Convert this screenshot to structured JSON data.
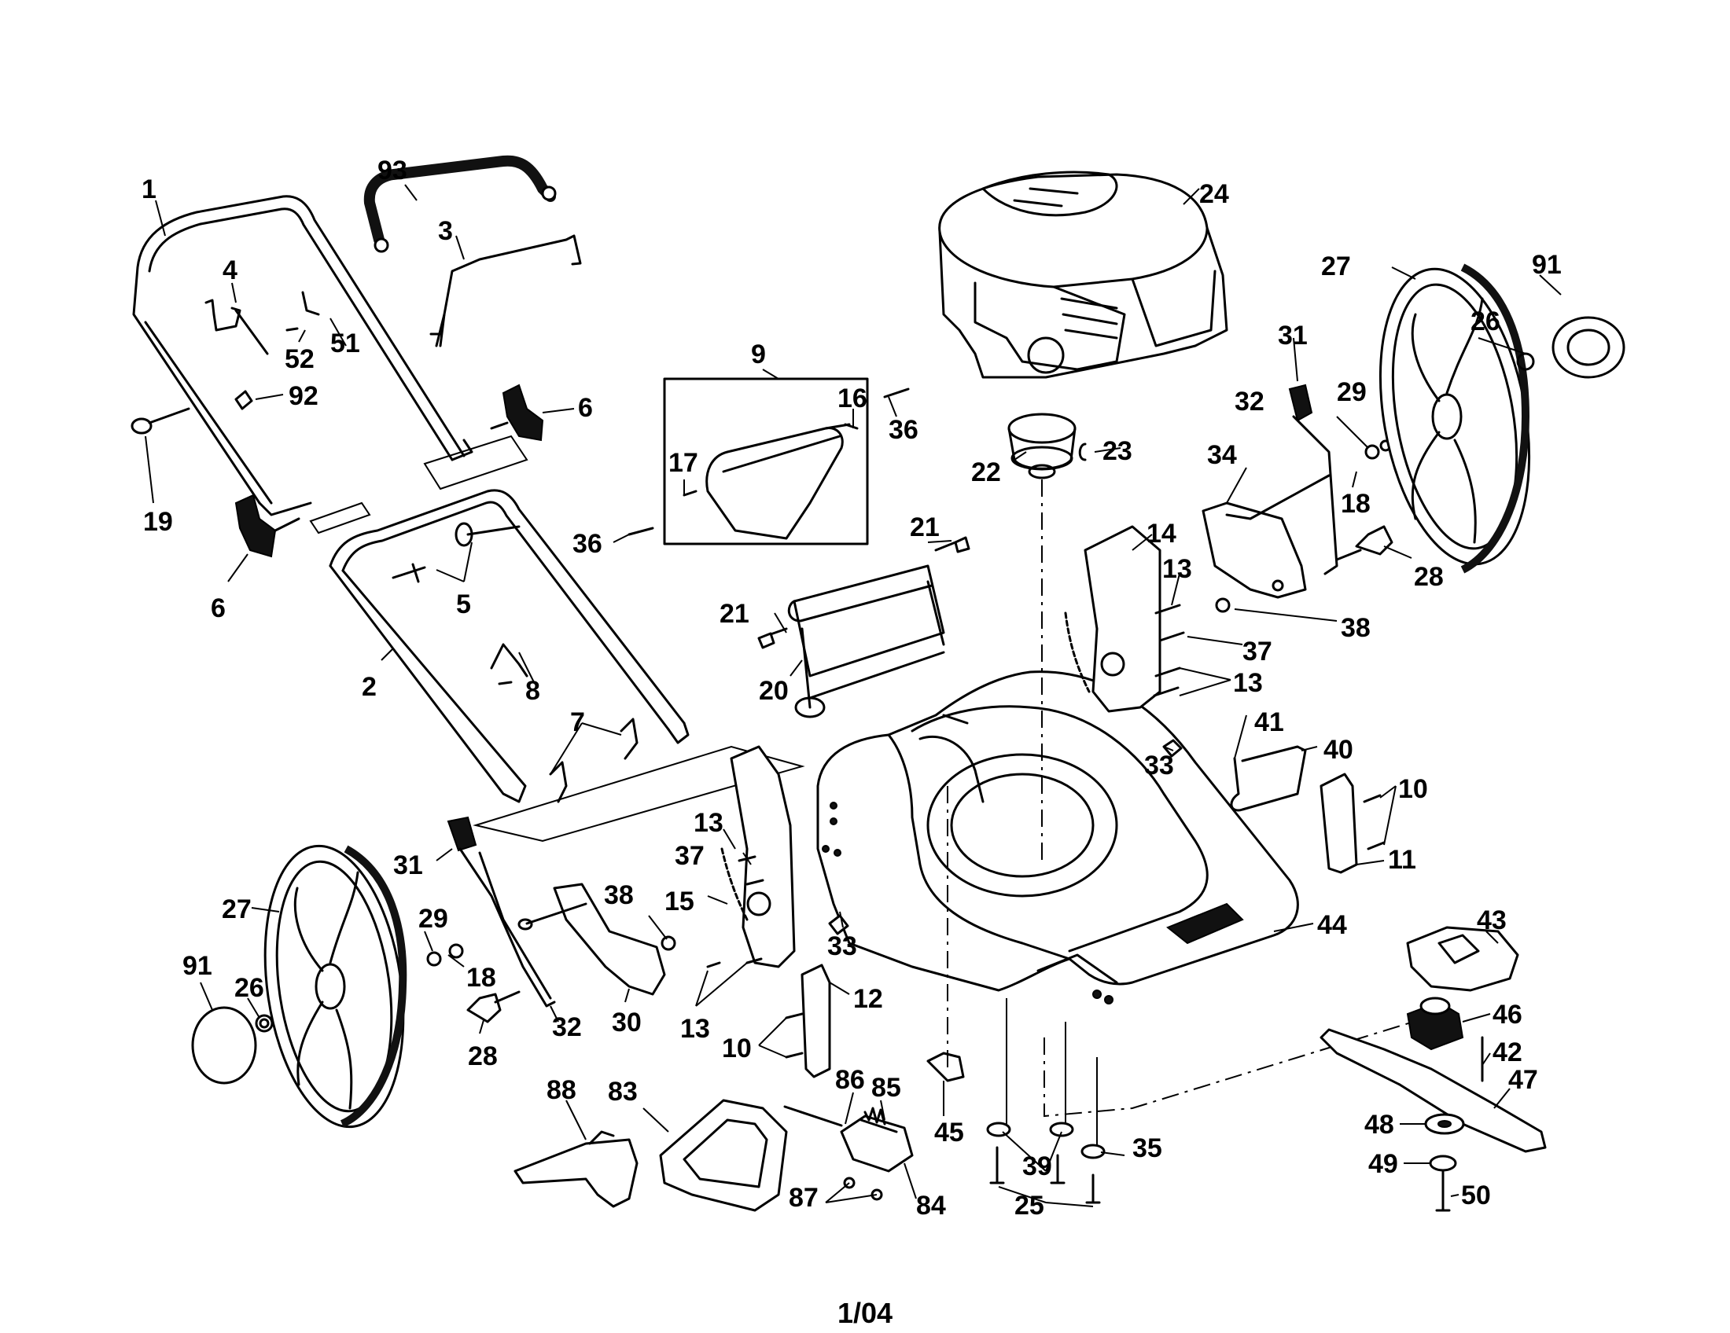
{
  "footer": {
    "code": "1/04"
  },
  "callouts": [
    {
      "id": "c1",
      "text": "1"
    },
    {
      "id": "c93",
      "text": "93"
    },
    {
      "id": "c3",
      "text": "3"
    },
    {
      "id": "c4",
      "text": "4"
    },
    {
      "id": "c52",
      "text": "52"
    },
    {
      "id": "c51",
      "text": "51"
    },
    {
      "id": "c92",
      "text": "92"
    },
    {
      "id": "c19",
      "text": "19"
    },
    {
      "id": "c6a",
      "text": "6"
    },
    {
      "id": "c6b",
      "text": "6"
    },
    {
      "id": "c5",
      "text": "5"
    },
    {
      "id": "c2",
      "text": "2"
    },
    {
      "id": "c8",
      "text": "8"
    },
    {
      "id": "c7",
      "text": "7"
    },
    {
      "id": "c9",
      "text": "9"
    },
    {
      "id": "c16",
      "text": "16"
    },
    {
      "id": "c36a",
      "text": "36"
    },
    {
      "id": "c17",
      "text": "17"
    },
    {
      "id": "c36b",
      "text": "36"
    },
    {
      "id": "c24",
      "text": "24"
    },
    {
      "id": "c22",
      "text": "22"
    },
    {
      "id": "c23",
      "text": "23"
    },
    {
      "id": "c21a",
      "text": "21"
    },
    {
      "id": "c21b",
      "text": "21"
    },
    {
      "id": "c20",
      "text": "20"
    },
    {
      "id": "c14",
      "text": "14"
    },
    {
      "id": "c13a",
      "text": "13"
    },
    {
      "id": "c37a",
      "text": "37"
    },
    {
      "id": "c13b",
      "text": "13"
    },
    {
      "id": "c33a",
      "text": "33"
    },
    {
      "id": "c27a",
      "text": "27"
    },
    {
      "id": "c91a",
      "text": "91"
    },
    {
      "id": "c26a",
      "text": "26"
    },
    {
      "id": "c31a",
      "text": "31"
    },
    {
      "id": "c29a",
      "text": "29"
    },
    {
      "id": "c32a",
      "text": "32"
    },
    {
      "id": "c34",
      "text": "34"
    },
    {
      "id": "c18a",
      "text": "18"
    },
    {
      "id": "c28a",
      "text": "28"
    },
    {
      "id": "c38a",
      "text": "38"
    },
    {
      "id": "c41",
      "text": "41"
    },
    {
      "id": "c40",
      "text": "40"
    },
    {
      "id": "c10a",
      "text": "10"
    },
    {
      "id": "c11",
      "text": "11"
    },
    {
      "id": "c31b",
      "text": "31"
    },
    {
      "id": "c13c",
      "text": "13"
    },
    {
      "id": "c37b",
      "text": "37"
    },
    {
      "id": "c15",
      "text": "15"
    },
    {
      "id": "c38b",
      "text": "38"
    },
    {
      "id": "c33b",
      "text": "33"
    },
    {
      "id": "c27b",
      "text": "27"
    },
    {
      "id": "c29b",
      "text": "29"
    },
    {
      "id": "c91b",
      "text": "91"
    },
    {
      "id": "c26b",
      "text": "26"
    },
    {
      "id": "c18b",
      "text": "18"
    },
    {
      "id": "c28b",
      "text": "28"
    },
    {
      "id": "c32b",
      "text": "32"
    },
    {
      "id": "c30",
      "text": "30"
    },
    {
      "id": "c13d",
      "text": "13"
    },
    {
      "id": "c12",
      "text": "12"
    },
    {
      "id": "c10b",
      "text": "10"
    },
    {
      "id": "c44",
      "text": "44"
    },
    {
      "id": "c43",
      "text": "43"
    },
    {
      "id": "c46",
      "text": "46"
    },
    {
      "id": "c42",
      "text": "42"
    },
    {
      "id": "c47",
      "text": "47"
    },
    {
      "id": "c48",
      "text": "48"
    },
    {
      "id": "c49",
      "text": "49"
    },
    {
      "id": "c50",
      "text": "50"
    },
    {
      "id": "c88",
      "text": "88"
    },
    {
      "id": "c83",
      "text": "83"
    },
    {
      "id": "c86",
      "text": "86"
    },
    {
      "id": "c85",
      "text": "85"
    },
    {
      "id": "c87",
      "text": "87"
    },
    {
      "id": "c84",
      "text": "84"
    },
    {
      "id": "c45",
      "text": "45"
    },
    {
      "id": "c39",
      "text": "39"
    },
    {
      "id": "c35",
      "text": "35"
    },
    {
      "id": "c25",
      "text": "25"
    }
  ]
}
